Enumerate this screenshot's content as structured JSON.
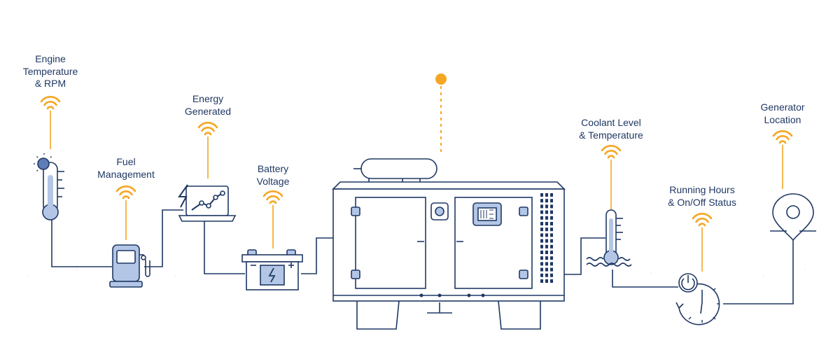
{
  "colors": {
    "navy": "#1f3864",
    "orange": "#f5a623",
    "light_blue": "#b3c6e6",
    "mid_blue": "#5f7bb8"
  },
  "labels": {
    "engine": [
      "Engine",
      "Temperature",
      "& RPM"
    ],
    "fuel": [
      "Fuel",
      "Management"
    ],
    "energy": [
      "Energy",
      "Generated"
    ],
    "battery": [
      "Battery",
      "Voltage"
    ],
    "coolant": [
      "Coolant Level",
      "& Temperature"
    ],
    "running": [
      "Running Hours",
      "& On/Off Status"
    ],
    "location": [
      "Generator",
      "Location"
    ]
  },
  "icons": {
    "wifi": "wifi-icon",
    "thermometer": "thermometer-icon",
    "fuel": "fuel-pump-icon",
    "laptop": "laptop-chart-icon",
    "battery": "battery-icon",
    "generator": "generator-icon",
    "coolant": "coolant-thermometer-icon",
    "power_clock": "power-clock-icon",
    "location": "location-pin-icon"
  }
}
